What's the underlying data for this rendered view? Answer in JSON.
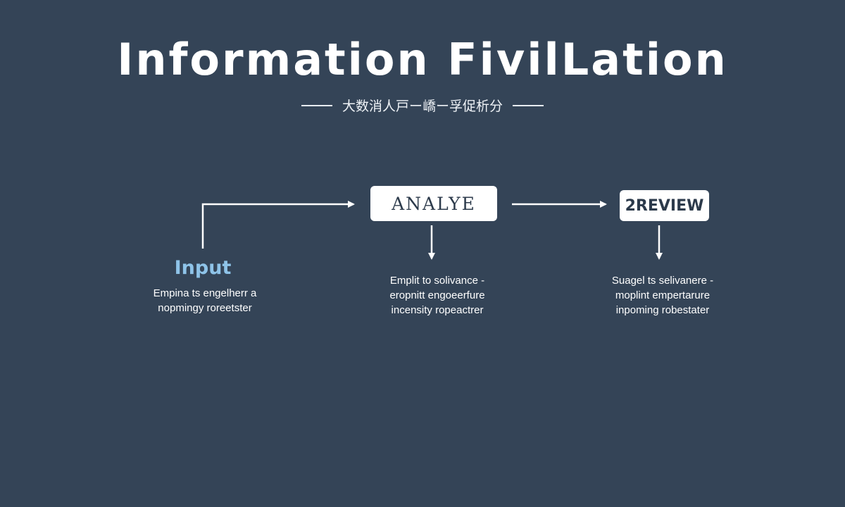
{
  "header": {
    "title": "Information FivilLation",
    "subtitle": "大数消人戸ー嶠ー孚促析分"
  },
  "nodes": {
    "analyze": "ANALYE",
    "review": "2REVIEW",
    "input": "Input"
  },
  "descriptions": {
    "input": [
      "Empina ts engelherr a",
      "nopmingy roreetster"
    ],
    "analyze": [
      "Emplit to solivance -",
      "eropnitt engoeerfure",
      "incensity ropeactrer"
    ],
    "review": [
      "Suagel ts selivanere -",
      "moplint empertarure",
      "inpoming robestater"
    ]
  },
  "colors": {
    "background": "#344457",
    "node_fill": "#ffffff",
    "node_text": "#2c3a4b",
    "accent": "#8ec3e8",
    "line": "#ffffff"
  }
}
